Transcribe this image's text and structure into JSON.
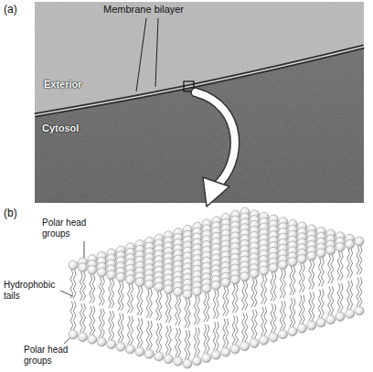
{
  "diagram": {
    "labels": [
      "(a)",
      "Membrane bilayer",
      "Exterior",
      "Cytosol",
      "(b)",
      "Polar head groups",
      "Hydrophobic tails",
      "Polar head groups"
    ]
  }
}
